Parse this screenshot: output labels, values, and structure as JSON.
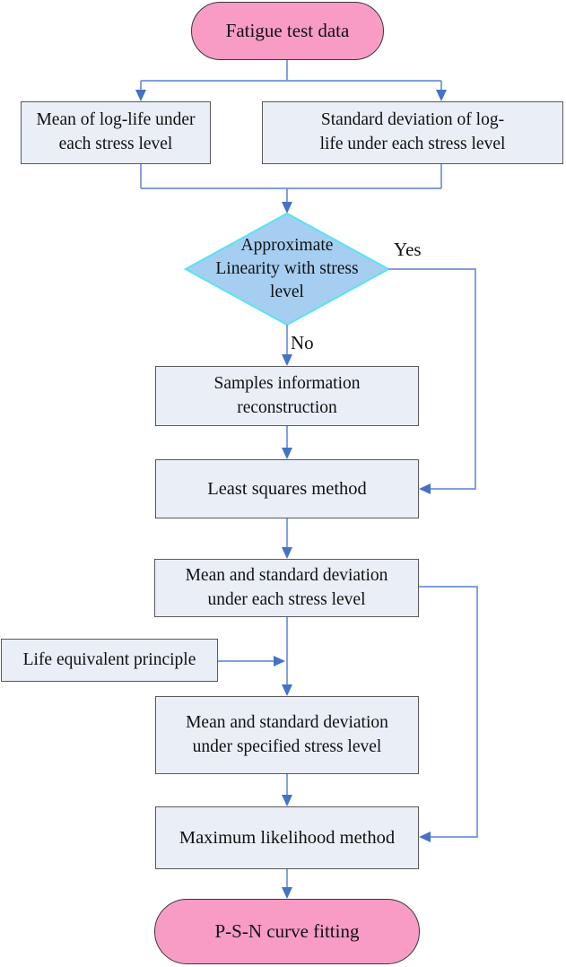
{
  "nodes": {
    "start": {
      "label": "Fatigue test data",
      "shape": "terminal"
    },
    "mean_log": {
      "label": "Mean of log-life under\neach stress level",
      "shape": "process"
    },
    "std_log": {
      "label": "Standard deviation of log-\nlife under each stress level",
      "shape": "process"
    },
    "decision": {
      "label": "Approximate\nLinearity with stress\nlevel",
      "shape": "decision"
    },
    "samples": {
      "label": "Samples information\nreconstruction",
      "shape": "process"
    },
    "least_squares": {
      "label": "Least squares method",
      "shape": "process"
    },
    "mean_each": {
      "label": "Mean and standard deviation\nunder each stress level",
      "shape": "process"
    },
    "life_equivalent": {
      "label": "Life equivalent principle",
      "shape": "process"
    },
    "mean_specified": {
      "label": "Mean and standard deviation\nunder specified stress level",
      "shape": "process"
    },
    "max_likelihood": {
      "label": "Maximum likelihood method",
      "shape": "process"
    },
    "end": {
      "label": "P-S-N curve fitting",
      "shape": "terminal"
    }
  },
  "edge_labels": {
    "yes": "Yes",
    "no": "No"
  },
  "colors": {
    "terminal_fill": "#F89CC6",
    "terminal_border": "#383838",
    "process_fill": "#E9EEF7",
    "process_border": "#595959",
    "decision_fill": "#A6CEF1",
    "decision_border": "#5FE3F0",
    "connector_line": "#6D92D8",
    "arrowhead": "#4472C4",
    "text": "#111111"
  }
}
